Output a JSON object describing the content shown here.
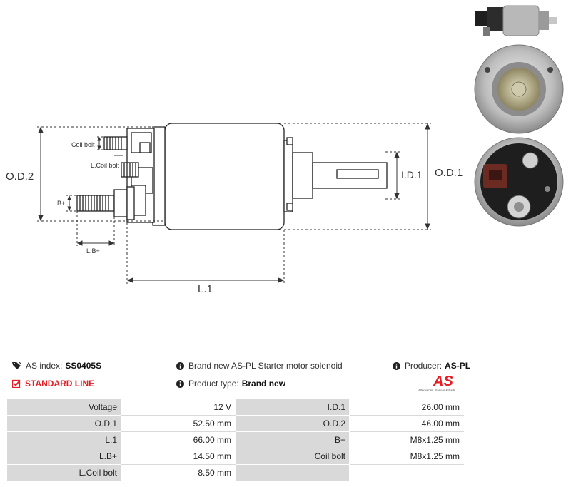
{
  "diagram": {
    "labels": {
      "od2": "O.D.2",
      "od1": "O.D.1",
      "id1": "I.D.1",
      "l1": "L.1",
      "coil_bolt": "Coil bolt",
      "l_coil_bolt": "L.Coil bolt",
      "b_plus": "B+",
      "lb_plus": "L.B+"
    }
  },
  "product": {
    "as_index_label": "AS index:",
    "as_index": "SS0405S",
    "line": "STANDARD LINE",
    "description": "Brand new AS-PL Starter motor solenoid",
    "product_type_label": "Product type:",
    "product_type": "Brand new",
    "producer_label": "Producer:",
    "producer": "AS-PL",
    "logo_text": "AS",
    "logo_tagline": "Alternators, Starters & Parts"
  },
  "specs": [
    [
      {
        "k": "Voltage",
        "v": "12 V"
      },
      {
        "k": "I.D.1",
        "v": "26.00 mm"
      }
    ],
    [
      {
        "k": "O.D.1",
        "v": "52.50 mm"
      },
      {
        "k": "O.D.2",
        "v": "46.00 mm"
      }
    ],
    [
      {
        "k": "L.1",
        "v": "66.00 mm"
      },
      {
        "k": "B+",
        "v": "M8x1.25 mm"
      }
    ],
    [
      {
        "k": "L.B+",
        "v": "14.50 mm"
      },
      {
        "k": "Coil bolt",
        "v": "M8x1.25 mm"
      }
    ],
    [
      {
        "k": "L.Coil bolt",
        "v": "8.50 mm"
      },
      {
        "k": "",
        "v": ""
      }
    ]
  ],
  "colors": {
    "accent_red": "#e31e24",
    "key_cell_bg": "#d9d9d9"
  }
}
